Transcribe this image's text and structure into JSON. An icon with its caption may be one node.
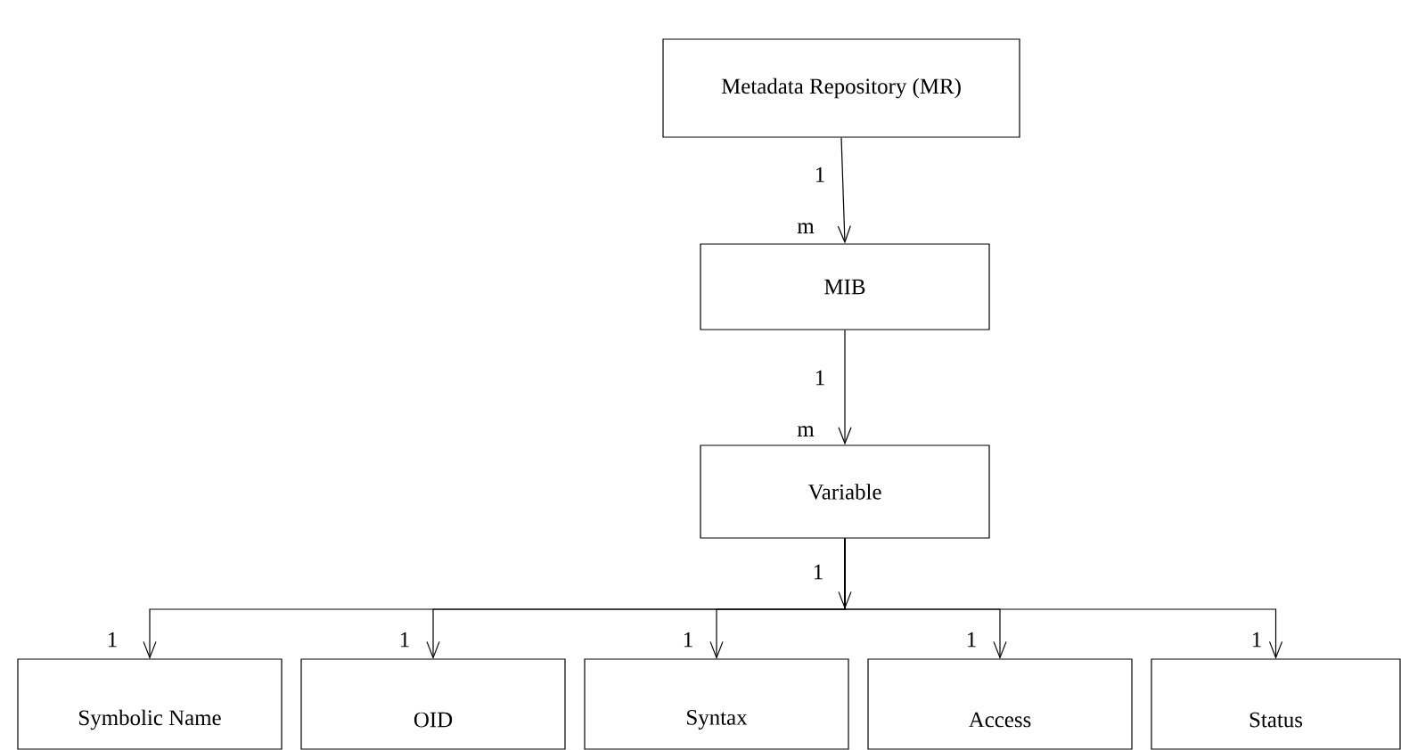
{
  "diagram": {
    "nodes": [
      {
        "text": [
          "Metadata Repository (MR)"
        ]
      },
      {
        "text": [
          "MIB"
        ]
      },
      {
        "text": [
          "Variable"
        ]
      },
      {
        "text": [
          "Symbolic Name"
        ]
      },
      {
        "text": [
          "OID"
        ]
      },
      {
        "text": [
          "Syntax"
        ]
      },
      {
        "text": [
          "Access"
        ]
      },
      {
        "text": [
          "Status"
        ]
      }
    ],
    "edges": [
      {
        "from": 0,
        "to": 1,
        "arrow": "to"
      },
      {
        "from": 1,
        "to": 2,
        "arrow": "to"
      },
      {
        "from": 2,
        "to": 3,
        "arrow": "to"
      },
      {
        "from": 2,
        "to": 4,
        "arrow": "to"
      },
      {
        "from": 2,
        "to": 5,
        "arrow": "to"
      },
      {
        "from": 2,
        "to": 6,
        "arrow": "to"
      },
      {
        "from": 2,
        "to": 7,
        "arrow": "to"
      }
    ],
    "labels": [
      "1",
      "m",
      "1",
      "m",
      "1",
      "1",
      "1",
      "1",
      "1",
      "1"
    ]
  }
}
